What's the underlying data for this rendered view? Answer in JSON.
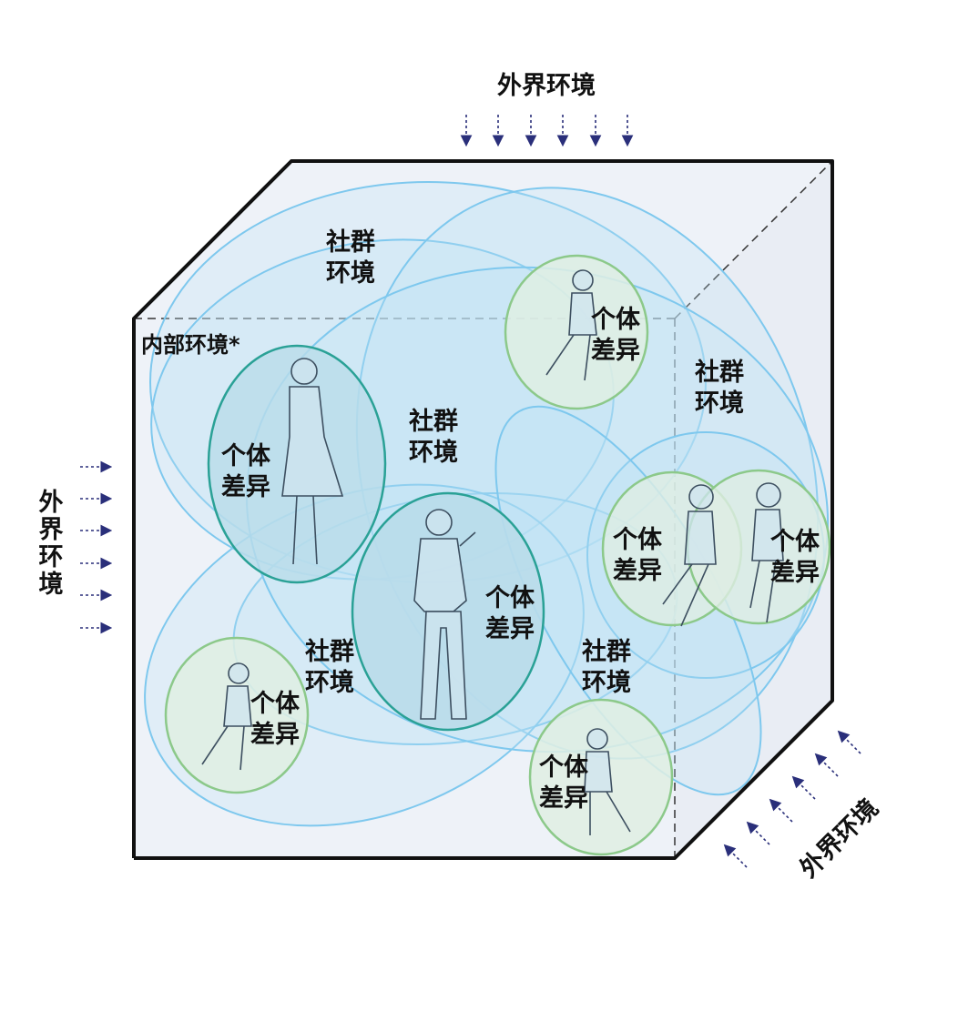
{
  "labels": {
    "external_env": "外界环境",
    "internal_env": "内部环境*",
    "social_env": "社群\n环境",
    "individual_diff": "个体\n差异"
  },
  "colors": {
    "cube_fill": "#eef2f8",
    "cube_edge": "#111111",
    "social_stroke": "#7ec8ee",
    "social_fill": "#bfe3f6",
    "individual_green_stroke": "#8cc98a",
    "individual_green_fill": "#dfeee3",
    "individual_teal_stroke": "#2aa196",
    "individual_teal_fill": "#b9dcea",
    "arrow": "#2a2f7a"
  },
  "icons": [
    "person-woman-icon",
    "person-man-icon",
    "child-icon"
  ]
}
